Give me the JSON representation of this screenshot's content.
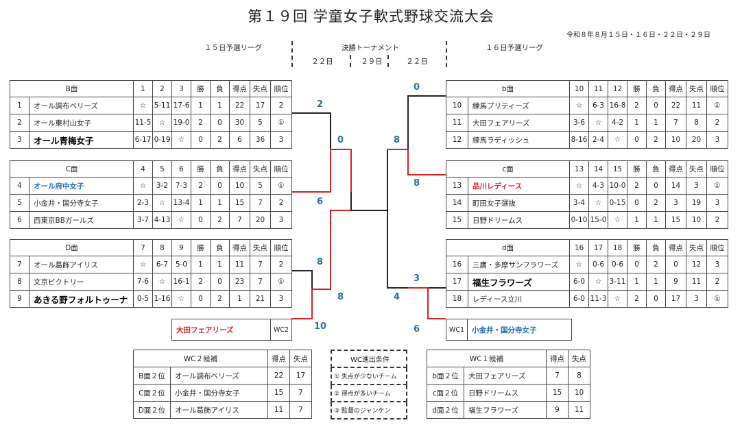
{
  "title": "第１９回 学童女子軟式野球交流大会",
  "dates": "令和８年８月１５日・１６日・２２日・２９日",
  "sections": {
    "left": "１５日予選リーグ",
    "center": "決勝トーナメント",
    "right": "１６日予選リーグ",
    "day1": "２２日",
    "day2": "２９日",
    "day3": "２２日"
  },
  "stat_headers": [
    "勝",
    "負",
    "得点",
    "失点",
    "順位"
  ],
  "groups": {
    "B": {
      "label": "B面",
      "cols": [
        "1",
        "2",
        "3"
      ],
      "rows": [
        {
          "no": "1",
          "name": "オール調布ベリーズ",
          "r": [
            "☆",
            "5-11",
            "17-6"
          ],
          "s": [
            "1",
            "1",
            "22",
            "17",
            "2"
          ]
        },
        {
          "no": "2",
          "name": "オール東村山女子",
          "r": [
            "11-5",
            "☆",
            "19-0"
          ],
          "s": [
            "2",
            "0",
            "30",
            "5",
            "①"
          ]
        },
        {
          "no": "3",
          "name": "オール青梅女子",
          "r": [
            "6-17",
            "0-19",
            "☆"
          ],
          "s": [
            "0",
            "2",
            "6",
            "36",
            "3"
          ]
        }
      ]
    },
    "C": {
      "label": "C面",
      "cols": [
        "4",
        "5",
        "6"
      ],
      "rows": [
        {
          "no": "4",
          "name": "オール府中女子",
          "r": [
            "☆",
            "3-2",
            "7-3"
          ],
          "s": [
            "2",
            "0",
            "10",
            "5",
            "①"
          ]
        },
        {
          "no": "5",
          "name": "小金井・国分寺女子",
          "r": [
            "2-3",
            "☆",
            "13-4"
          ],
          "s": [
            "1",
            "1",
            "15",
            "7",
            "2"
          ]
        },
        {
          "no": "6",
          "name": "西東京BBガールズ",
          "r": [
            "3-7",
            "4-13",
            "☆"
          ],
          "s": [
            "0",
            "2",
            "7",
            "20",
            "3"
          ]
        }
      ]
    },
    "D": {
      "label": "D面",
      "cols": [
        "7",
        "8",
        "9"
      ],
      "rows": [
        {
          "no": "7",
          "name": "オール葛飾アイリス",
          "r": [
            "☆",
            "6-7",
            "5-0"
          ],
          "s": [
            "1",
            "1",
            "11",
            "7",
            "2"
          ]
        },
        {
          "no": "8",
          "name": "文京ビクトリー",
          "r": [
            "7-6",
            "☆",
            "16-1"
          ],
          "s": [
            "2",
            "0",
            "23",
            "7",
            "①"
          ]
        },
        {
          "no": "9",
          "name": "あきる野フォルトゥーナ",
          "r": [
            "0-5",
            "1-16",
            "☆"
          ],
          "s": [
            "0",
            "2",
            "1",
            "21",
            "3"
          ]
        }
      ]
    },
    "b": {
      "label": "b面",
      "cols": [
        "10",
        "11",
        "12"
      ],
      "rows": [
        {
          "no": "10",
          "name": "練馬プリティーズ",
          "r": [
            "☆",
            "6-3",
            "16-8"
          ],
          "s": [
            "2",
            "0",
            "22",
            "11",
            "①"
          ]
        },
        {
          "no": "11",
          "name": "大田フェアリーズ",
          "r": [
            "3-6",
            "☆",
            "4-2"
          ],
          "s": [
            "1",
            "1",
            "7",
            "8",
            "2"
          ]
        },
        {
          "no": "12",
          "name": "練馬ラディッシュ",
          "r": [
            "8-16",
            "2-4",
            "☆"
          ],
          "s": [
            "0",
            "2",
            "10",
            "20",
            "3"
          ]
        }
      ]
    },
    "c": {
      "label": "c面",
      "cols": [
        "13",
        "14",
        "15"
      ],
      "rows": [
        {
          "no": "13",
          "name": "品川レディース",
          "r": [
            "☆",
            "4-3",
            "10-0"
          ],
          "s": [
            "2",
            "0",
            "14",
            "3",
            "①"
          ]
        },
        {
          "no": "14",
          "name": "町田女子選抜",
          "r": [
            "3-4",
            "☆",
            "0-15"
          ],
          "s": [
            "0",
            "2",
            "3",
            "19",
            "3"
          ]
        },
        {
          "no": "15",
          "name": "日野ドリームス",
          "r": [
            "0-10",
            "15-0",
            "☆"
          ],
          "s": [
            "1",
            "1",
            "15",
            "10",
            "2"
          ]
        }
      ]
    },
    "d": {
      "label": "d面",
      "cols": [
        "16",
        "17",
        "18"
      ],
      "rows": [
        {
          "no": "16",
          "name": "三鷹・多摩サンフラワーズ",
          "r": [
            "☆",
            "0-6",
            "0-6"
          ],
          "s": [
            "0",
            "2",
            "0",
            "12",
            "3"
          ]
        },
        {
          "no": "17",
          "name": "福生フラワーズ",
          "r": [
            "6-0",
            "☆",
            "3-11"
          ],
          "s": [
            "1",
            "1",
            "9",
            "11",
            "2"
          ]
        },
        {
          "no": "18",
          "name": "レディース立川",
          "r": [
            "6-0",
            "11-3",
            "☆"
          ],
          "s": [
            "2",
            "0",
            "17",
            "3",
            "①"
          ]
        }
      ]
    }
  },
  "wildcards": {
    "wc2": {
      "name": "大田フェアリーズ",
      "tag": "WC2"
    },
    "wc1": {
      "tag": "WC1",
      "name": "小金井・国分寺女子"
    }
  },
  "scores": {
    "l_b": "2",
    "l_c": "6",
    "l_d": "8",
    "l_wc": "10",
    "l_sf1": "0",
    "l_sf2": "8",
    "r_b": "0",
    "r_c": "8",
    "r_d": "3",
    "r_wc": "6",
    "r_sf1": "8",
    "r_sf2": "4"
  },
  "cand2": {
    "title": "WC２候補",
    "h1": "得点",
    "h2": "失点",
    "rows": [
      {
        "pos": "B面２位",
        "name": "オール調布ベリーズ",
        "f": "22",
        "a": "17"
      },
      {
        "pos": "C面２位",
        "name": "小金井・国分寺女子",
        "f": "15",
        "a": "7"
      },
      {
        "pos": "D面２位",
        "name": "オール葛飾アイリス",
        "f": "11",
        "a": "7"
      }
    ]
  },
  "cand1": {
    "title": "WC１候補",
    "h1": "得点",
    "h2": "失点",
    "rows": [
      {
        "pos": "b面２位",
        "name": "大田フェアリーズ",
        "f": "7",
        "a": "8"
      },
      {
        "pos": "c面２位",
        "name": "日野ドリームス",
        "f": "15",
        "a": "10"
      },
      {
        "pos": "d面２位",
        "name": "福生フラワーズ",
        "f": "9",
        "a": "11"
      }
    ]
  },
  "conditions": {
    "title": "WC進出条件",
    "items": [
      "① 失点が少ないチーム",
      "② 得点が多いチーム",
      "③ 監督のジャンケン"
    ]
  },
  "colors": {
    "highlight_red": "#d62020",
    "highlight_blue": "#1f6fa8",
    "line": "#222222"
  }
}
